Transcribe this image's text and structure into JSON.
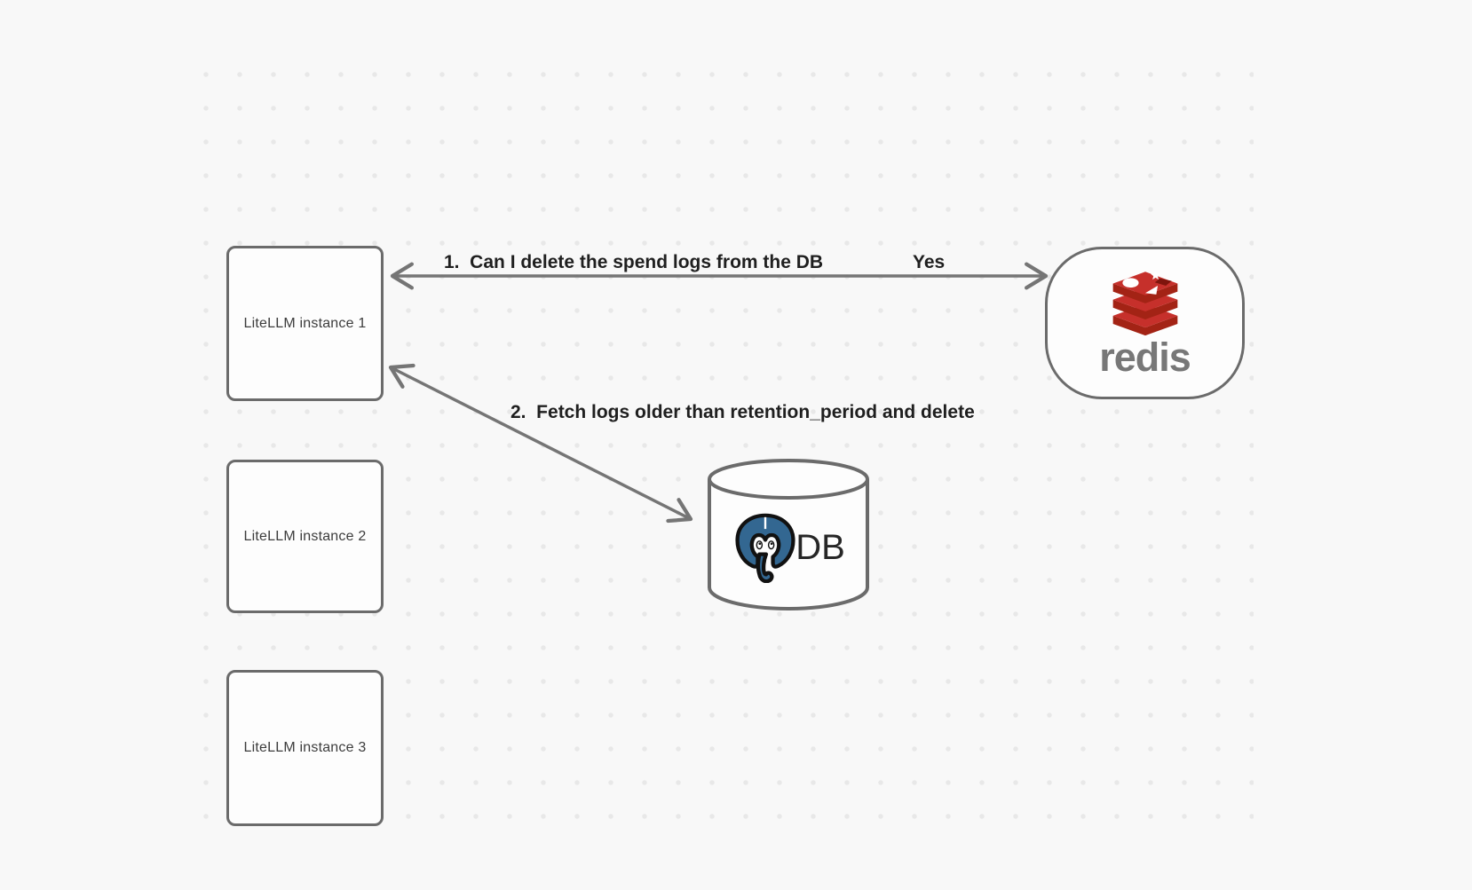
{
  "canvas": {
    "background": "dotted-grid"
  },
  "nodes": {
    "instances": [
      {
        "label": "LiteLLM instance 1"
      },
      {
        "label": "LiteLLM instance 2"
      },
      {
        "label": "LiteLLM instance 3"
      }
    ],
    "redis": {
      "wordmark": "redis",
      "icon": "redis-stack-icon"
    },
    "db": {
      "label": "DB",
      "icon": "postgresql-elephant-icon"
    }
  },
  "edges": {
    "edge1": {
      "label": "1.  Can I delete the spend logs from the DB",
      "response": "Yes"
    },
    "edge2": {
      "label": "2.  Fetch logs older than retention_period and delete"
    }
  },
  "colors": {
    "canvas_bg": "#f8f8f8",
    "dot_color": "#e8e8e8",
    "node_border": "#6b6b6b",
    "arrow": "#757575",
    "text_dark": "#1f1f1f",
    "redis_red": "#c6302b",
    "redis_dark_red": "#a32315",
    "redis_wordmark_gray": "#777777",
    "postgres_blue": "#336791"
  }
}
